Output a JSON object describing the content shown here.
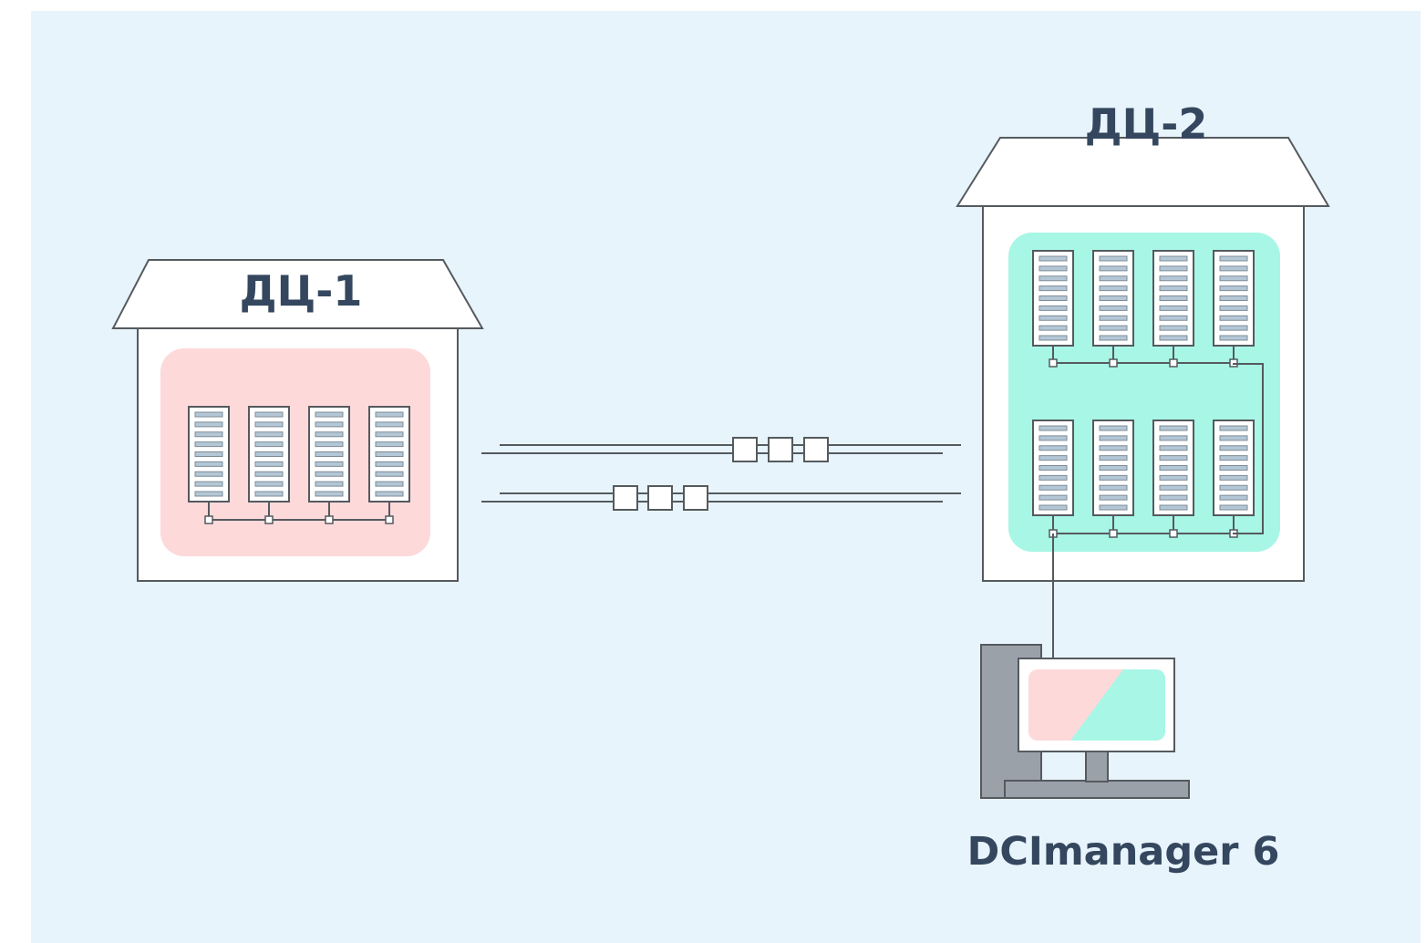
{
  "labels": {
    "dc1": "ДЦ-1",
    "dc2": "ДЦ-2",
    "manager": "DCImanager 6"
  },
  "colors": {
    "background": "#e7f4fc",
    "dc1_zone": "#fdd9da",
    "dc2_zone": "#a8f6e6",
    "outline": "#555a5e",
    "building": "#ffffff",
    "server_bar": "#b3c7d6",
    "monitor_stand": "#9aa1a9",
    "label_text": "#34475e"
  },
  "icons": {
    "dc1": "data-center-building",
    "dc2": "data-center-building",
    "link": "network-link",
    "manager": "computer-workstation"
  }
}
